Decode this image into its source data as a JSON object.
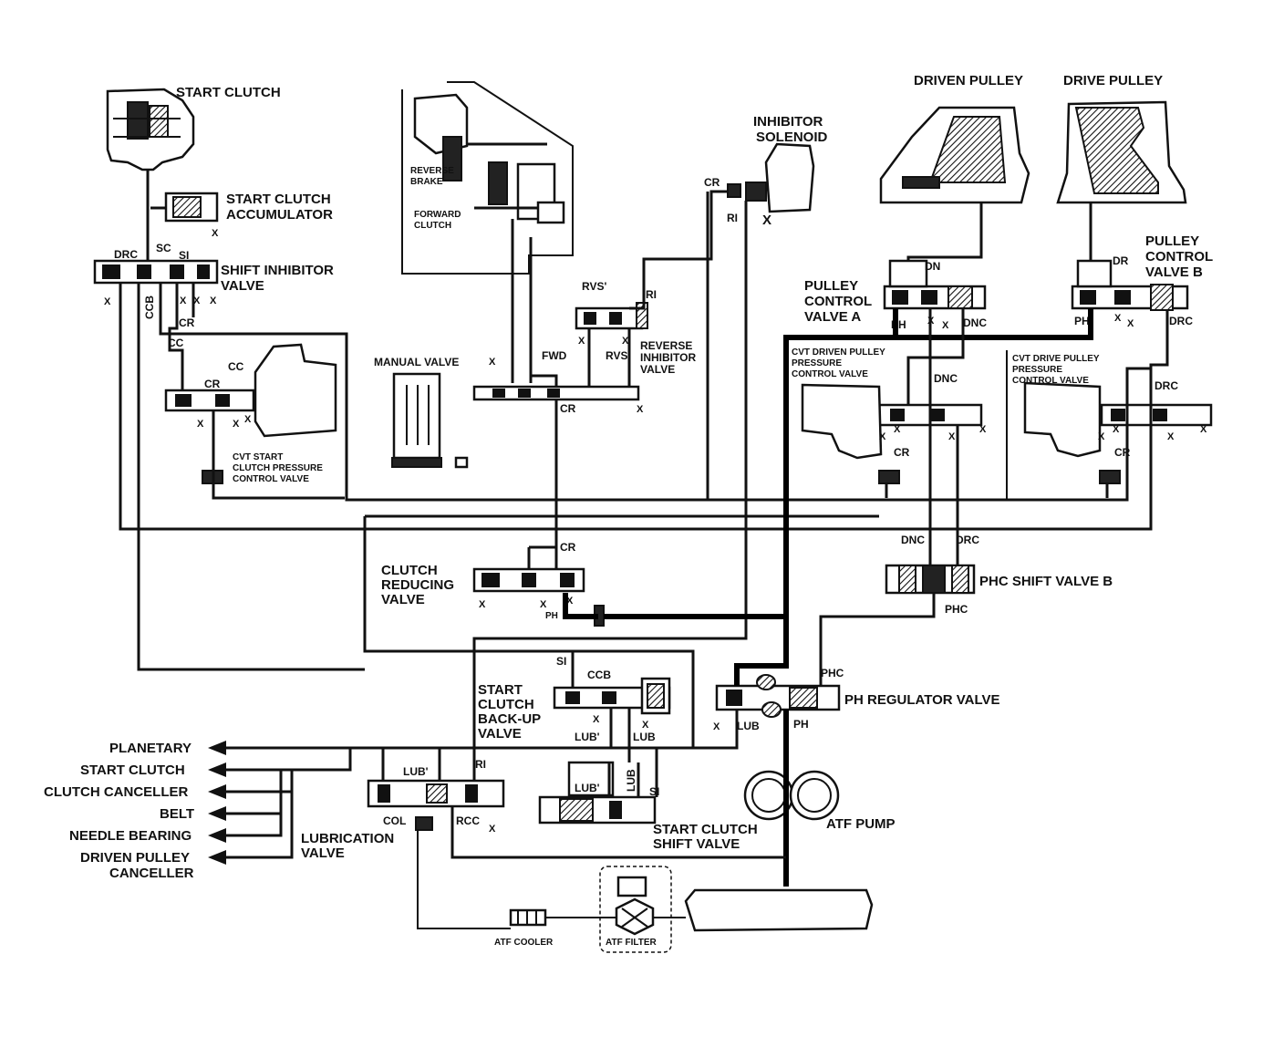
{
  "components": {
    "start_clutch": "START CLUTCH",
    "start_clutch_accumulator": [
      "START CLUTCH",
      "ACCUMULATOR"
    ],
    "shift_inhibitor_valve": [
      "SHIFT INHIBITOR",
      "VALVE"
    ],
    "reverse_brake": [
      "REVERSE",
      "BRAKE"
    ],
    "forward_clutch": [
      "FORWARD",
      "CLUTCH"
    ],
    "inhibitor_solenoid": [
      "INHIBITOR",
      "SOLENOID"
    ],
    "driven_pulley": "DRIVEN PULLEY",
    "drive_pulley": "DRIVE PULLEY",
    "pulley_control_valve_b": [
      "PULLEY",
      "CONTROL",
      "VALVE B"
    ],
    "pulley_control_valve_a": [
      "PULLEY",
      "CONTROL",
      "VALVE A"
    ],
    "reverse_inhibitor_valve": [
      "REVERSE",
      "INHIBITOR",
      "VALVE"
    ],
    "manual_valve": "MANUAL VALVE",
    "cvt_driven_pulley_pressure_control_valve": [
      "CVT DRIVEN PULLEY",
      "PRESSURE",
      "CONTROL VALVE"
    ],
    "cvt_drive_pulley_pressure_control_valve": [
      "CVT DRIVE PULLEY",
      "PRESSURE",
      "CONTROL VALVE"
    ],
    "cvt_start_clutch_pressure_control_valve": [
      "CVT START",
      "CLUTCH PRESSURE",
      "CONTROL VALVE"
    ],
    "clutch_reducing_valve": [
      "CLUTCH",
      "REDUCING",
      "VALVE"
    ],
    "phc_shift_valve_b": "PHC SHIFT VALVE B",
    "start_clutch_back_up_valve": [
      "START",
      "CLUTCH",
      "BACK-UP",
      "VALVE"
    ],
    "ph_regulator_valve": "PH REGULATOR VALVE",
    "lubrication_valve": [
      "LUBRICATION",
      "VALVE"
    ],
    "start_clutch_shift_valve": [
      "START CLUTCH",
      "SHIFT VALVE"
    ],
    "atf_pump": "ATF PUMP",
    "atf_cooler": "ATF COOLER",
    "atf_filter": "ATF FILTER"
  },
  "lubrication_outputs": [
    "PLANETARY",
    "START CLUTCH",
    "CLUTCH CANCELLER",
    "BELT",
    "NEEDLE BEARING",
    "DRIVEN PULLEY",
    "CANCELLER"
  ],
  "port_labels": {
    "drc": "DRC",
    "sc": "SC",
    "si": "SI",
    "ccb": "CCB",
    "cr": "CR",
    "cc": "CC",
    "x": "X",
    "rvs_prime": "RVS'",
    "ri": "RI",
    "fwd": "FWD",
    "rvs": "RVS",
    "dn": "DN",
    "dr": "DR",
    "ph": "PH",
    "dnc": "DNC",
    "phc": "PHC",
    "lub": "LUB",
    "lub_prime": "LUB'",
    "col": "COL",
    "rcc": "RCC"
  },
  "colors": {
    "ink": "#111111",
    "paper": "#ffffff"
  }
}
